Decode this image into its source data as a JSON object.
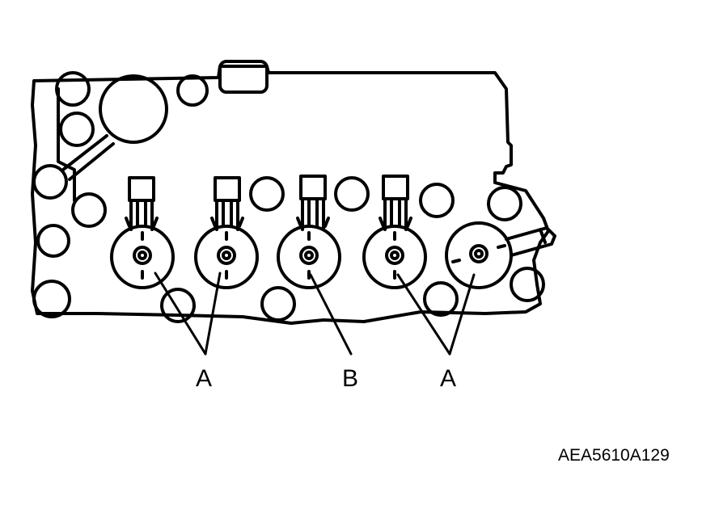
{
  "labels": {
    "a_left": "A",
    "b_center": "B",
    "a_right": "A"
  },
  "figure_code": "AEA5610A129"
}
